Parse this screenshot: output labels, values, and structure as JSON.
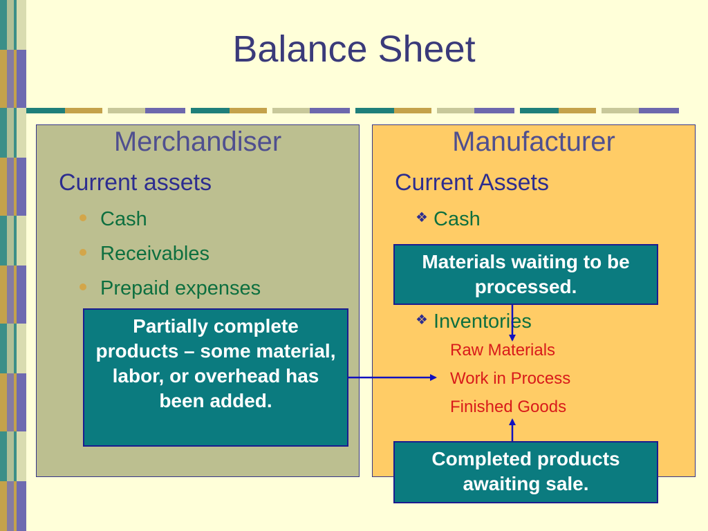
{
  "slide": {
    "title": "Balance Sheet"
  },
  "merchandiser": {
    "heading": "Merchandiser",
    "section_title": "Current assets",
    "items": [
      "Cash",
      "Receivables",
      "Prepaid expenses"
    ]
  },
  "manufacturer": {
    "heading": "Manufacturer",
    "section_title": "Current Assets",
    "items": [
      "Cash",
      "Inventories"
    ],
    "inventory_items": [
      "Raw Materials",
      "Work in Process",
      "Finished Goods"
    ]
  },
  "callouts": {
    "partial": "Partially complete products – some material, labor, or overhead has been added.",
    "materials": "Materials waiting to be processed.",
    "completed": "Completed products awaiting sale."
  },
  "colors": {
    "background": "#ffffd9",
    "left_panel": "#bcbf90",
    "right_panel": "#ffcc66",
    "callout": "#0b7b7f",
    "title": "#3a3a7a",
    "inventory_text": "#d81a1a"
  },
  "icons": {
    "merchandiser_bullet": "dot-bullet-icon",
    "manufacturer_bullet": "diamond-bullet-icon"
  }
}
